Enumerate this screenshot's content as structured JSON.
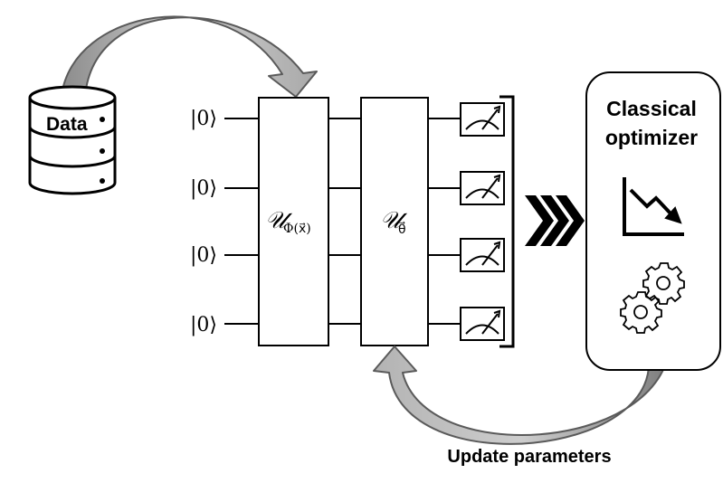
{
  "data_store": {
    "label": "Data"
  },
  "qubits": [
    {
      "ket": "|0⟩"
    },
    {
      "ket": "|0⟩"
    },
    {
      "ket": "|0⟩"
    },
    {
      "ket": "|0⟩"
    }
  ],
  "gates": [
    {
      "symbol": "𝒰",
      "subscript": "Φ(x⃗)"
    },
    {
      "symbol": "𝒰",
      "subscript": "θ⃗"
    }
  ],
  "optimizer": {
    "title_line1": "Classical",
    "title_line2": "optimizer"
  },
  "feedback": {
    "label": "Update parameters"
  },
  "icons": [
    "database-icon",
    "measurement-meter-icon",
    "chevrons-right-icon",
    "decreasing-chart-icon",
    "gear-icon"
  ],
  "colors": {
    "arrow_fill": "#c4c4c4",
    "arrow_stroke": "#5a5a5a",
    "line": "#000000"
  }
}
